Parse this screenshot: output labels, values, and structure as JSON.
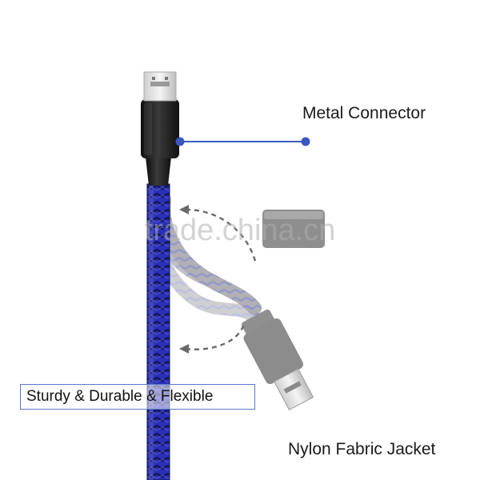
{
  "labels": {
    "metal_connector": "Metal Connector",
    "nylon_jacket": "Nylon Fabric Jacket",
    "feature": "Sturdy & Durable & Flexible"
  },
  "watermark": "trade.china.cn",
  "colors": {
    "cable_blue": "#2a2fb8",
    "cable_dark": "#141b5a",
    "connector_black": "#1c1c1c",
    "ghost_gray": "#9a9a9a",
    "accent_blue": "#5a78c8"
  }
}
